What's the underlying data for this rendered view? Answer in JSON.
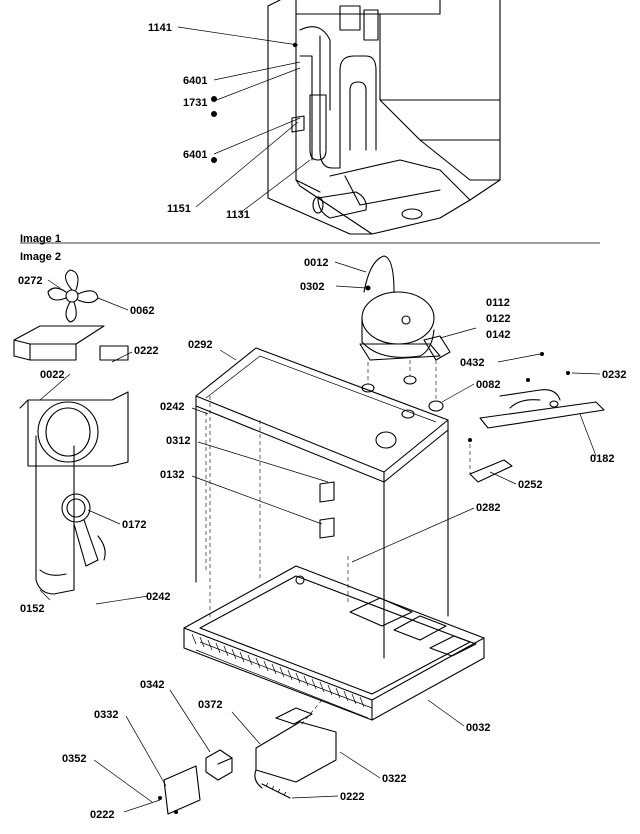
{
  "sections": {
    "image1": "Image 1",
    "image2": "Image 2"
  },
  "labels": {
    "p1141": "1141",
    "p6401a": "6401",
    "p1731": "1731",
    "p6401b": "6401",
    "p1151": "1151",
    "p1131": "1131",
    "p0272": "0272",
    "p0062": "0062",
    "p0222a": "0222",
    "p0022": "0022",
    "p0172": "0172",
    "p0152": "0152",
    "p0242a": "0242",
    "p0012": "0012",
    "p0302": "0302",
    "p0112": "0112",
    "p0122": "0122",
    "p0142": "0142",
    "p0432": "0432",
    "p0232": "0232",
    "p0082": "0082",
    "p0182": "0182",
    "p0252": "0252",
    "p0292": "0292",
    "p0242b": "0242",
    "p0312": "0312",
    "p0132": "0132",
    "p0282": "0282",
    "p0032": "0032",
    "p0342": "0342",
    "p0372": "0372",
    "p0332": "0332",
    "p0352": "0352",
    "p0322": "0322",
    "p0222b": "0222",
    "p0222c": "0222"
  }
}
